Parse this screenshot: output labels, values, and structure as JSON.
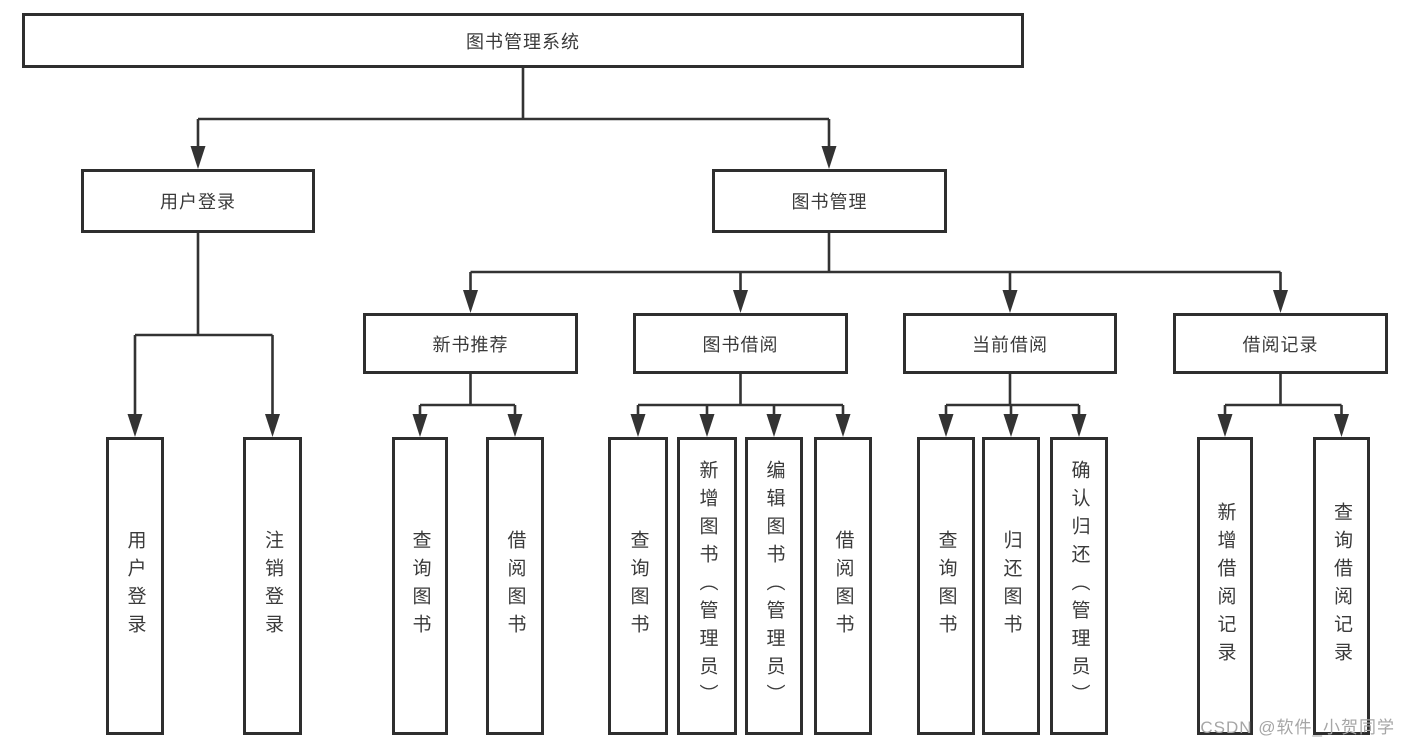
{
  "root": {
    "label": "图书管理系统"
  },
  "user_branch": {
    "label": "用户登录",
    "leaves": [
      "用户登录",
      "注销登录"
    ]
  },
  "book_branch": {
    "label": "图书管理",
    "groups": [
      {
        "label": "新书推荐",
        "leaves": [
          "查询图书",
          "借阅图书"
        ]
      },
      {
        "label": "图书借阅",
        "leaves": [
          "查询图书",
          "新增图书（管理员）",
          "编辑图书（管理员）",
          "借阅图书"
        ]
      },
      {
        "label": "当前借阅",
        "leaves": [
          "查询图书",
          "归还图书",
          "确认归还（管理员）"
        ]
      },
      {
        "label": "借阅记录",
        "leaves": [
          "新增借阅记录",
          "查询借阅记录"
        ]
      }
    ]
  },
  "watermark": "CSDN @软件_小贺同学",
  "colors": {
    "line": "#333333",
    "box_border": "#2e2e2e",
    "text": "#3a3a3a",
    "watermark": "#a6a6a6",
    "background": "#ffffff"
  }
}
